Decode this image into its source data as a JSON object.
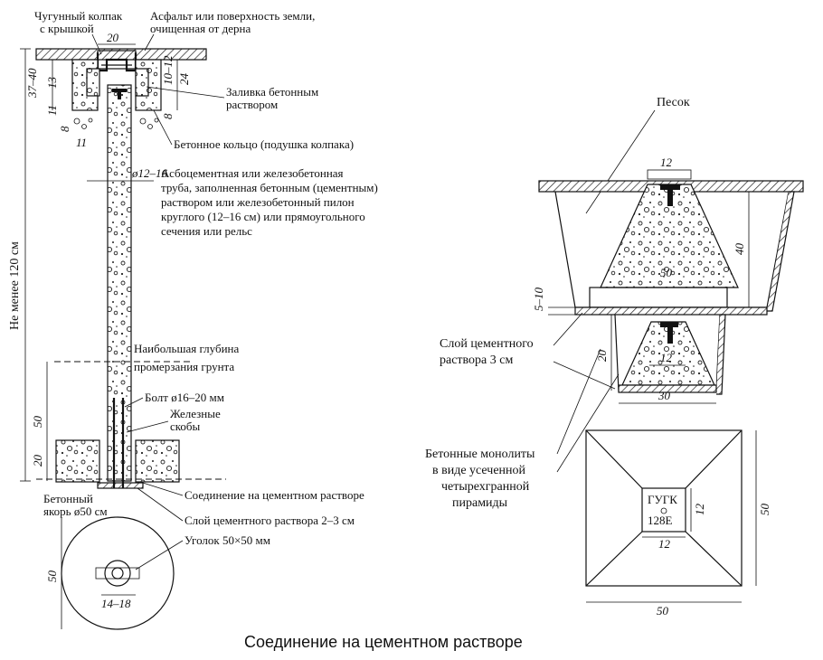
{
  "labels": {
    "cast_iron_cap": [
      "Чугунный колпак",
      "с крышкой"
    ],
    "asphalt": [
      "Асфальт или поверхность земли,",
      "очищенная от дерна"
    ],
    "concrete_pour": [
      "Заливка бетонным",
      "раствором"
    ],
    "concrete_ring": "Бетонное кольцо (подушка колпака)",
    "pipe_desc": [
      "Асбоцементная или железобетонная",
      "труба, заполненная бетонным (цементным)",
      "раствором или железобетонный пилон",
      "круглого (12–16 см) или прямоугольного",
      "сечения или рельс"
    ],
    "frost_depth": [
      "Наибольшая глубина",
      "промерзания грунта"
    ],
    "bolt": "Болт ø16–20 мм",
    "iron_brackets": [
      "Железные",
      "скобы"
    ],
    "cement_joint": "Соединение на цементном растворе",
    "anchor": [
      "Бетонный",
      "якорь ø50 см"
    ],
    "cement_layer_left": "Слой цементного раствора 2–3 см",
    "angle": "Уголок 50×50 мм",
    "sand": "Песок",
    "cement_layer_right": [
      "Слой цементного",
      "раствора 3 см"
    ],
    "monoliths": [
      "Бетонные монолиты",
      "в виде усеченной",
      "четырехгранной",
      "пирамиды"
    ],
    "vertical_min": "Не менее 120 см",
    "plate_text": [
      "ГУГК",
      "128Е"
    ]
  },
  "dims": {
    "d20_top": "20",
    "d37_40": "37–40",
    "d13": "13",
    "d11a": "11",
    "d11b": "11",
    "d8a": "8",
    "d8b": "8",
    "d10_12": "10–12",
    "d24": "24",
    "d12_16": "ø12–16",
    "d50_left": "50",
    "d20_left": "20",
    "d50_plan": "50",
    "d14_18": "14–18",
    "d12_top": "12",
    "d40": "40",
    "d50_mid": "50",
    "d5_10": "5–10",
    "d20_right": "20",
    "d12_small": "12",
    "d30": "30",
    "d12_plate_r": "12",
    "d12_plate_b": "12",
    "d50_sq_r": "50",
    "d50_sq_b": "50"
  },
  "caption": "Соединение на цементном растворе"
}
